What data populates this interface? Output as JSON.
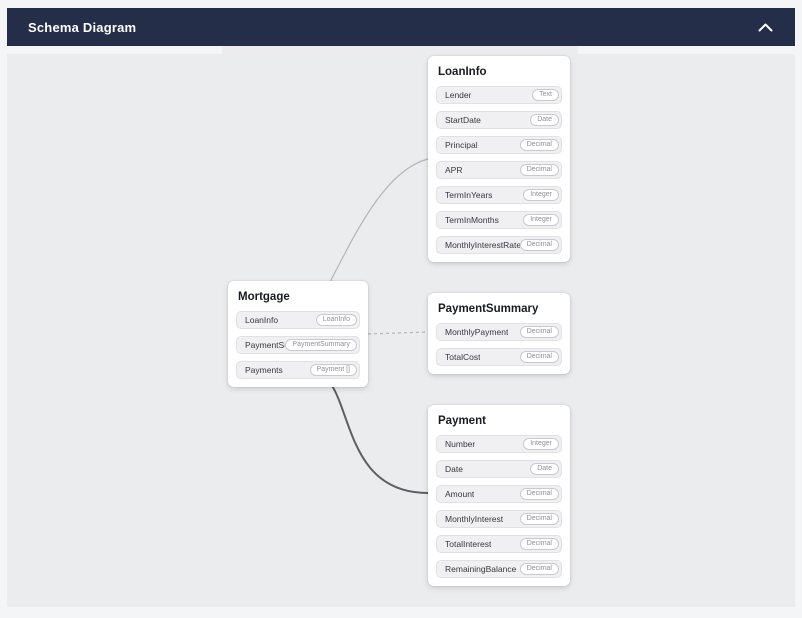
{
  "header": {
    "title": "Schema Diagram",
    "collapse_icon": "chevron-up"
  },
  "colors": {
    "header_bg": "#252e48",
    "page_bg": "#f4f5f7",
    "canvas_bg": "#ebecee",
    "node_bg": "#ffffff",
    "edge_light": "#b4b5b9",
    "edge_dark": "#5c5e63"
  },
  "diagram": {
    "nodes": [
      {
        "id": "loaninfo",
        "title": "LoanInfo",
        "fields": [
          {
            "name": "Lender",
            "type": "Text"
          },
          {
            "name": "StartDate",
            "type": "Date"
          },
          {
            "name": "Principal",
            "type": "Decimal"
          },
          {
            "name": "APR",
            "type": "Decimal"
          },
          {
            "name": "TermInYears",
            "type": "Integer"
          },
          {
            "name": "TermInMonths",
            "type": "Integer"
          },
          {
            "name": "MonthlyInterestRate",
            "type": "Decimal"
          }
        ]
      },
      {
        "id": "mortgage",
        "title": "Mortgage",
        "fields": [
          {
            "name": "LoanInfo",
            "type": "LoanInfo"
          },
          {
            "name": "PaymentSummary",
            "type": "PaymentSummary"
          },
          {
            "name": "Payments",
            "type": "Payment []"
          }
        ]
      },
      {
        "id": "paymentsummary",
        "title": "PaymentSummary",
        "fields": [
          {
            "name": "MonthlyPayment",
            "type": "Decimal"
          },
          {
            "name": "TotalCost",
            "type": "Decimal"
          }
        ]
      },
      {
        "id": "payment",
        "title": "Payment",
        "fields": [
          {
            "name": "Number",
            "type": "Integer"
          },
          {
            "name": "Date",
            "type": "Date"
          },
          {
            "name": "Amount",
            "type": "Decimal"
          },
          {
            "name": "MonthlyInterest",
            "type": "Decimal"
          },
          {
            "name": "TotalInterest",
            "type": "Decimal"
          },
          {
            "name": "RemainingBalance",
            "type": "Decimal"
          }
        ]
      }
    ],
    "edges": [
      {
        "from": "Mortgage.LoanInfo",
        "to": "LoanInfo",
        "style": "solid-light"
      },
      {
        "from": "Mortgage.PaymentSummary",
        "to": "PaymentSummary",
        "style": "dashed"
      },
      {
        "from": "Mortgage.Payments",
        "to": "Payment",
        "style": "solid-dark"
      }
    ]
  }
}
